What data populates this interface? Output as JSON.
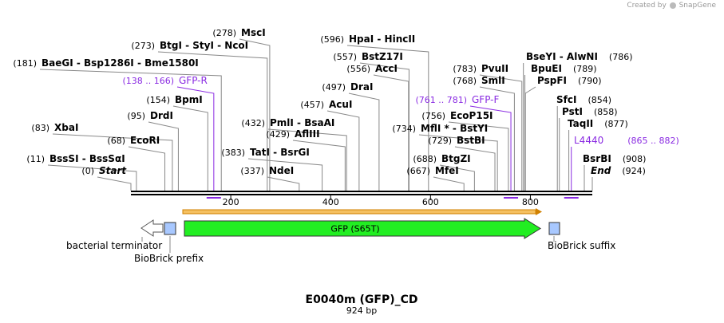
{
  "watermark": {
    "prefix": "Created by",
    "brand": "SnapGene"
  },
  "map": {
    "name": "E0040m (GFP)_CD",
    "length": "924 bp",
    "bp": 924
  },
  "colors": {
    "enzyme": "#000000",
    "primer": "#8a2be2",
    "gfp_fill": "#22ee22",
    "biobrick_fill": "#a8c8ff",
    "orf": "#f0a020",
    "line": "#888888"
  },
  "ruler": {
    "ticks": [
      "200",
      "400",
      "600",
      "800"
    ],
    "tick_positions": [
      200,
      400,
      600,
      800
    ]
  },
  "sites": [
    {
      "pos": "(0)",
      "name": "Start",
      "kind": "end",
      "bp": 0
    },
    {
      "pos": "(11)",
      "name": "BssSI  -  BssSαI",
      "kind": "enzyme",
      "bp": 11
    },
    {
      "pos": "(68)",
      "name": "EcoRI",
      "kind": "enzyme",
      "bp": 68
    },
    {
      "pos": "(83)",
      "name": "XbaI",
      "kind": "enzyme",
      "bp": 83
    },
    {
      "pos": "(95)",
      "name": "DrdI",
      "kind": "enzyme",
      "bp": 95
    },
    {
      "pos": "(154)",
      "name": "BpmI",
      "kind": "enzyme",
      "bp": 154
    },
    {
      "pos": "(138 .. 166)",
      "name": "GFP-R",
      "kind": "primer",
      "bp": 166
    },
    {
      "pos": "(181)",
      "name": "BaeGI  -  Bsp1286I  -  Bme1580I",
      "kind": "enzyme",
      "bp": 181
    },
    {
      "pos": "(273)",
      "name": "BtgI  -  StyI  -  NcoI",
      "kind": "enzyme",
      "bp": 273
    },
    {
      "pos": "(278)",
      "name": "MscI",
      "kind": "enzyme",
      "bp": 278
    },
    {
      "pos": "(337)",
      "name": "NdeI",
      "kind": "enzyme",
      "bp": 337
    },
    {
      "pos": "(383)",
      "name": "TatI  -  BsrGI",
      "kind": "enzyme",
      "bp": 383
    },
    {
      "pos": "(429)",
      "name": "AflIII",
      "kind": "enzyme",
      "bp": 429
    },
    {
      "pos": "(432)",
      "name": "PmlI  -  BsaAI",
      "kind": "enzyme",
      "bp": 432
    },
    {
      "pos": "(457)",
      "name": "AcuI",
      "kind": "enzyme",
      "bp": 457
    },
    {
      "pos": "(497)",
      "name": "DraI",
      "kind": "enzyme",
      "bp": 497
    },
    {
      "pos": "(556)",
      "name": "AccI",
      "kind": "enzyme",
      "bp": 556
    },
    {
      "pos": "(557)",
      "name": "BstZ17I",
      "kind": "enzyme",
      "bp": 557
    },
    {
      "pos": "(596)",
      "name": "HpaI  -  HincII",
      "kind": "enzyme",
      "bp": 596
    },
    {
      "pos": "(667)",
      "name": "MfeI",
      "kind": "enzyme",
      "bp": 667
    },
    {
      "pos": "(688)",
      "name": "BtgZI",
      "kind": "enzyme",
      "bp": 688
    },
    {
      "pos": "(729)",
      "name": "BstBI",
      "kind": "enzyme",
      "bp": 729
    },
    {
      "pos": "(734)",
      "name": "MflI *  -  BstYI",
      "kind": "enzyme",
      "bp": 734
    },
    {
      "pos": "(756)",
      "name": "EcoP15I",
      "kind": "enzyme",
      "bp": 756
    },
    {
      "pos": "(761 .. 781)",
      "name": "GFP-F",
      "kind": "primer",
      "bp": 761
    },
    {
      "pos": "(768)",
      "name": "SmlI",
      "kind": "enzyme",
      "bp": 768
    },
    {
      "pos": "(783)",
      "name": "PvuII",
      "kind": "enzyme",
      "bp": 783
    },
    {
      "pos": "(786)",
      "name": "BseYI  -  AlwNI",
      "kind": "enzyme",
      "bp": 786
    },
    {
      "pos": "(789)",
      "name": "BpuEI",
      "kind": "enzyme",
      "bp": 789
    },
    {
      "pos": "(790)",
      "name": "PspFI",
      "kind": "enzyme",
      "bp": 790
    },
    {
      "pos": "(854)",
      "name": "SfcI",
      "kind": "enzyme",
      "bp": 854
    },
    {
      "pos": "(858)",
      "name": "PstI",
      "kind": "enzyme",
      "bp": 858
    },
    {
      "pos": "(865 .. 882)",
      "name": "L4440",
      "kind": "primer",
      "bp": 882
    },
    {
      "pos": "(877)",
      "name": "TaqII",
      "kind": "enzyme",
      "bp": 877
    },
    {
      "pos": "(908)",
      "name": "BsrBI",
      "kind": "enzyme",
      "bp": 908
    },
    {
      "pos": "(924)",
      "name": "End",
      "kind": "end",
      "bp": 924
    }
  ],
  "features": [
    {
      "name": "bacterial terminator",
      "kind": "terminator"
    },
    {
      "name": "BioBrick prefix",
      "kind": "biobrick"
    },
    {
      "name": "GFP (S65T)",
      "kind": "cds"
    },
    {
      "name": "BioBrick suffix",
      "kind": "biobrick"
    }
  ]
}
